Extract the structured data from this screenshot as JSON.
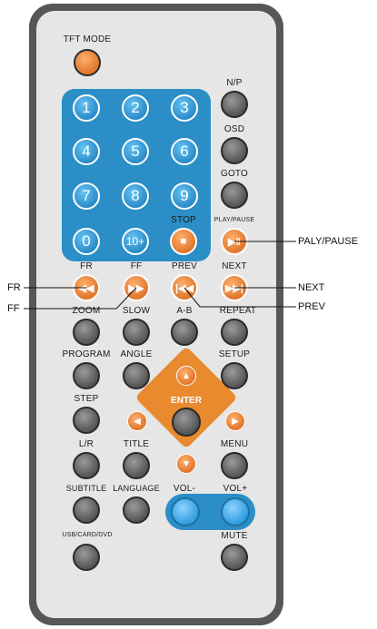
{
  "remote": {
    "tft_mode_label": "TFT MODE",
    "np_label": "N/P",
    "osd_label": "OSD",
    "goto_label": "GOTO",
    "stop_label": "STOP",
    "play_pause_label": "PLAY/PAUSE",
    "fr_label": "FR",
    "ff_label": "FF",
    "prev_label": "PREV",
    "next_label": "NEXT",
    "zoom_label": "ZOOM",
    "slow_label": "SLOW",
    "ab_label": "A-B",
    "repeat_label": "REPEAT",
    "program_label": "PROGRAM",
    "angle_label": "ANGLE",
    "setup_label": "SETUP",
    "step_label": "STEP",
    "enter_label": "ENTER",
    "lr_label": "L/R",
    "title_label": "TITLE",
    "menu_label": "MENU",
    "subtitle_label": "SUBTITLE",
    "language_label": "LANGUAGE",
    "vol_minus_label": "VOL-",
    "vol_plus_label": "VOL+",
    "usb_card_dvd_label": "USB/CARD/DVD",
    "mute_label": "MUTE",
    "number_keys": [
      "1",
      "2",
      "3",
      "4",
      "5",
      "6",
      "7",
      "8",
      "9",
      "0",
      "10+"
    ]
  },
  "callouts": {
    "play_pause": "PALY/PAUSE",
    "next": "NEXT",
    "prev": "PREV",
    "fr": "FR",
    "ff": "FF"
  },
  "colors": {
    "body": "#575757",
    "face": "#e6e6e6",
    "keypad": "#2b8ec6",
    "orange": "#e98a2e",
    "gray_button": "#6e6e6e"
  },
  "icons": {
    "stop": "stop-icon",
    "play_pause": "play-pause-icon",
    "rewind": "rewind-icon",
    "fast_forward": "fast-forward-icon",
    "previous": "skip-previous-icon",
    "next": "skip-next-icon",
    "up": "arrow-up-icon",
    "down": "arrow-down-icon",
    "left": "arrow-left-icon",
    "right": "arrow-right-icon"
  }
}
